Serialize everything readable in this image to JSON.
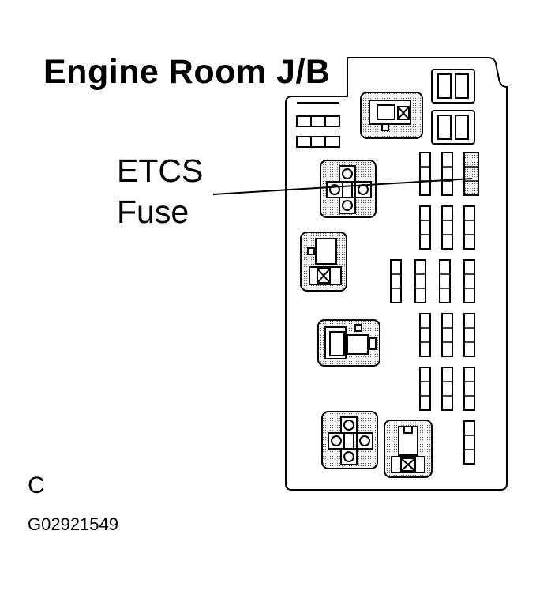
{
  "title": "Engine Room J/B",
  "callout": {
    "line1": "ETCS",
    "line2": "Fuse"
  },
  "view_letter": "C",
  "figure_code": "G02921549"
}
